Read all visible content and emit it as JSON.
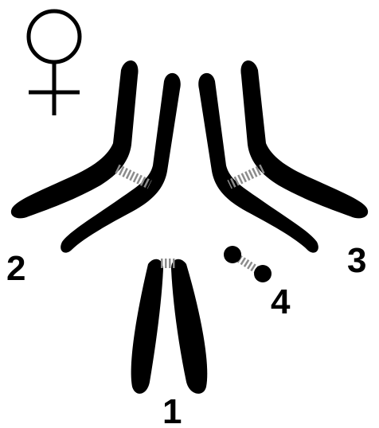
{
  "colors": {
    "chromosome": "#000000",
    "connector": "#8c8c8c",
    "background": "#ffffff"
  },
  "symbol": {
    "name": "female-symbol",
    "glyph": "♀"
  },
  "labels": {
    "pair_1": "1",
    "pair_2": "2",
    "pair_3": "3",
    "pair_4": "4"
  }
}
